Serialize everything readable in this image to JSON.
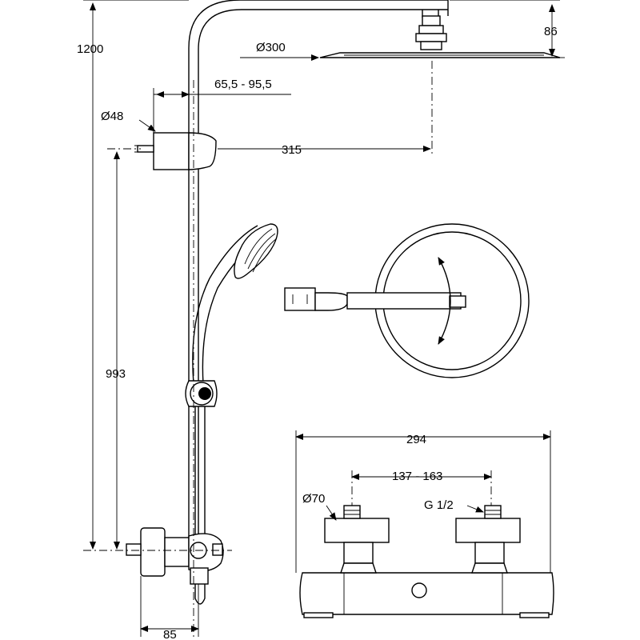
{
  "dimensions": {
    "total_height": "1200",
    "head_thickness": "86",
    "head_diameter": "Ø300",
    "arm_offset": "65,5 - 95,5",
    "bracket_diameter": "Ø48",
    "arm_length": "315",
    "rail_height": "993",
    "valve_projection": "85",
    "mixer_width": "294",
    "inlet_spacing": "137 - 163",
    "cover_diameter": "Ø70",
    "thread_size": "G 1/2"
  }
}
